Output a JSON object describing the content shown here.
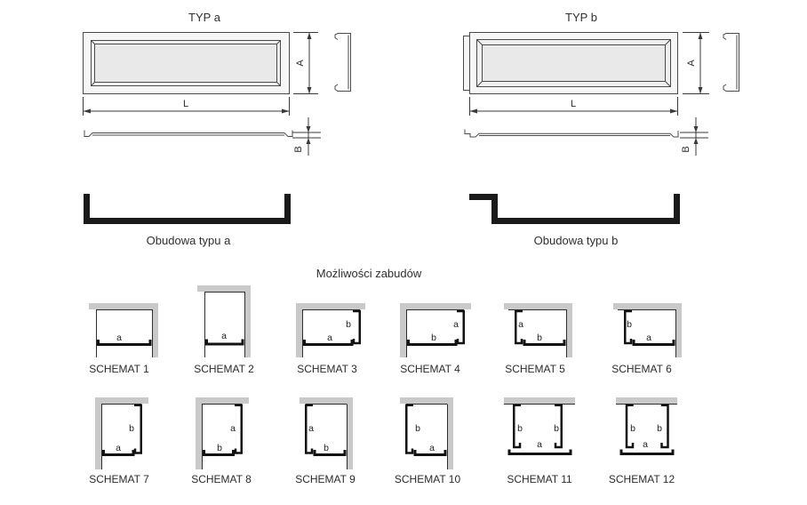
{
  "typ_a": {
    "title": "TYP a",
    "dim_length": "L",
    "dim_height": "A",
    "dim_thickness": "B",
    "housing_label": "Obudowa typu a"
  },
  "typ_b": {
    "title": "TYP b",
    "dim_length": "L",
    "dim_height": "A",
    "dim_thickness": "B",
    "housing_label": "Obudowa typu b"
  },
  "section_title": "Możliwości zabudów",
  "schematics": [
    {
      "label": "SCHEMAT 1",
      "bottom": "a"
    },
    {
      "label": "SCHEMAT 2",
      "bottom": "a"
    },
    {
      "label": "SCHEMAT 3",
      "right": "b",
      "bottom": "a"
    },
    {
      "label": "SCHEMAT 4",
      "right": "a",
      "bottom": "b"
    },
    {
      "label": "SCHEMAT 5",
      "left": "a",
      "bottom": "b"
    },
    {
      "label": "SCHEMAT 6",
      "left": "b",
      "bottom": "a"
    },
    {
      "label": "SCHEMAT 7",
      "right": "b",
      "bottom": "a"
    },
    {
      "label": "SCHEMAT 8",
      "right": "a",
      "bottom": "b"
    },
    {
      "label": "SCHEMAT 9",
      "left": "a",
      "bottom": "b"
    },
    {
      "label": "SCHEMAT 10",
      "left": "b",
      "bottom": "a"
    },
    {
      "label": "SCHEMAT 11",
      "left": "b",
      "right": "b",
      "bottom": "a"
    },
    {
      "label": "SCHEMAT 12",
      "left": "b",
      "right": "b",
      "bottom": "a"
    }
  ],
  "colors": {
    "wall_gray": "#c9c9c9",
    "channel_black": "#121212",
    "housing_black": "#1a1a1a",
    "line_gray": "#4a4a4a"
  }
}
